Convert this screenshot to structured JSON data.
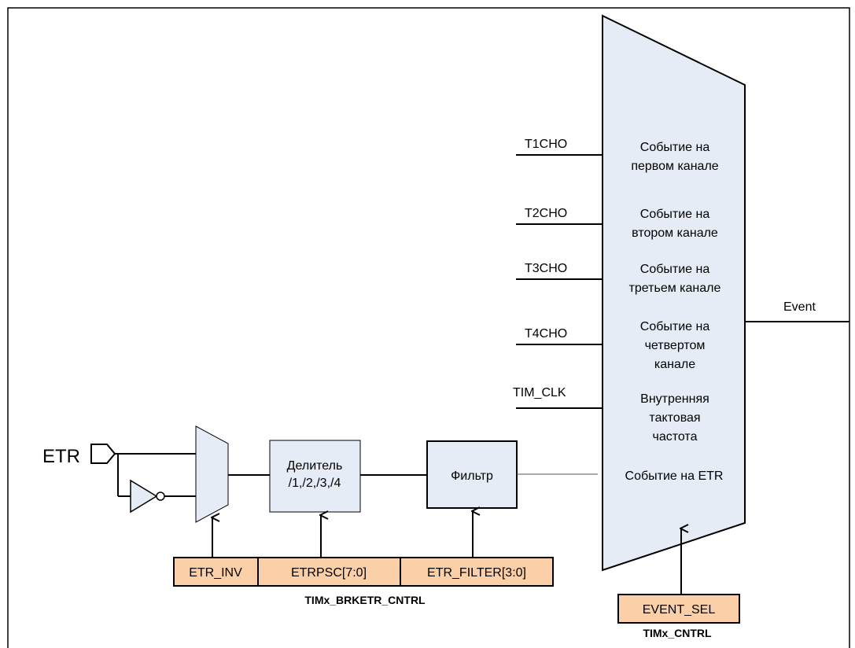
{
  "inputs": {
    "etr": "ETR"
  },
  "blocks": {
    "divider_line1": "Делитель",
    "divider_line2": "/1,/2,/3,/4",
    "filter": "Фильтр"
  },
  "mux_inputs": [
    {
      "signal": "T1CHO",
      "desc": [
        "Событие на",
        "первом канале"
      ]
    },
    {
      "signal": "T2CHO",
      "desc": [
        "Событие на",
        "втором канале"
      ]
    },
    {
      "signal": "T3CHO",
      "desc": [
        "Событие на",
        "третьем канале"
      ]
    },
    {
      "signal": "T4CHO",
      "desc": [
        "Событие на",
        "четвертом",
        "канале"
      ]
    },
    {
      "signal": "TIM_CLK",
      "desc": [
        "Внутренняя",
        "тактовая",
        "частота"
      ]
    },
    {
      "signal": "",
      "desc": [
        "Событие на ETR"
      ]
    }
  ],
  "output": "Event",
  "registers": {
    "brketr_fields": [
      "ETR_INV",
      "ETRPSC[7:0]",
      "ETR_FILTER[3:0]"
    ],
    "brketr_name": "TIMx_BRKETR_CNTRL",
    "cntrl_field": "EVENT_SEL",
    "cntrl_name": "TIMx_CNTRL"
  },
  "colors": {
    "block_fill": "#e6ecf6",
    "register_fill": "#fbd0a8",
    "frame": "#000000"
  }
}
